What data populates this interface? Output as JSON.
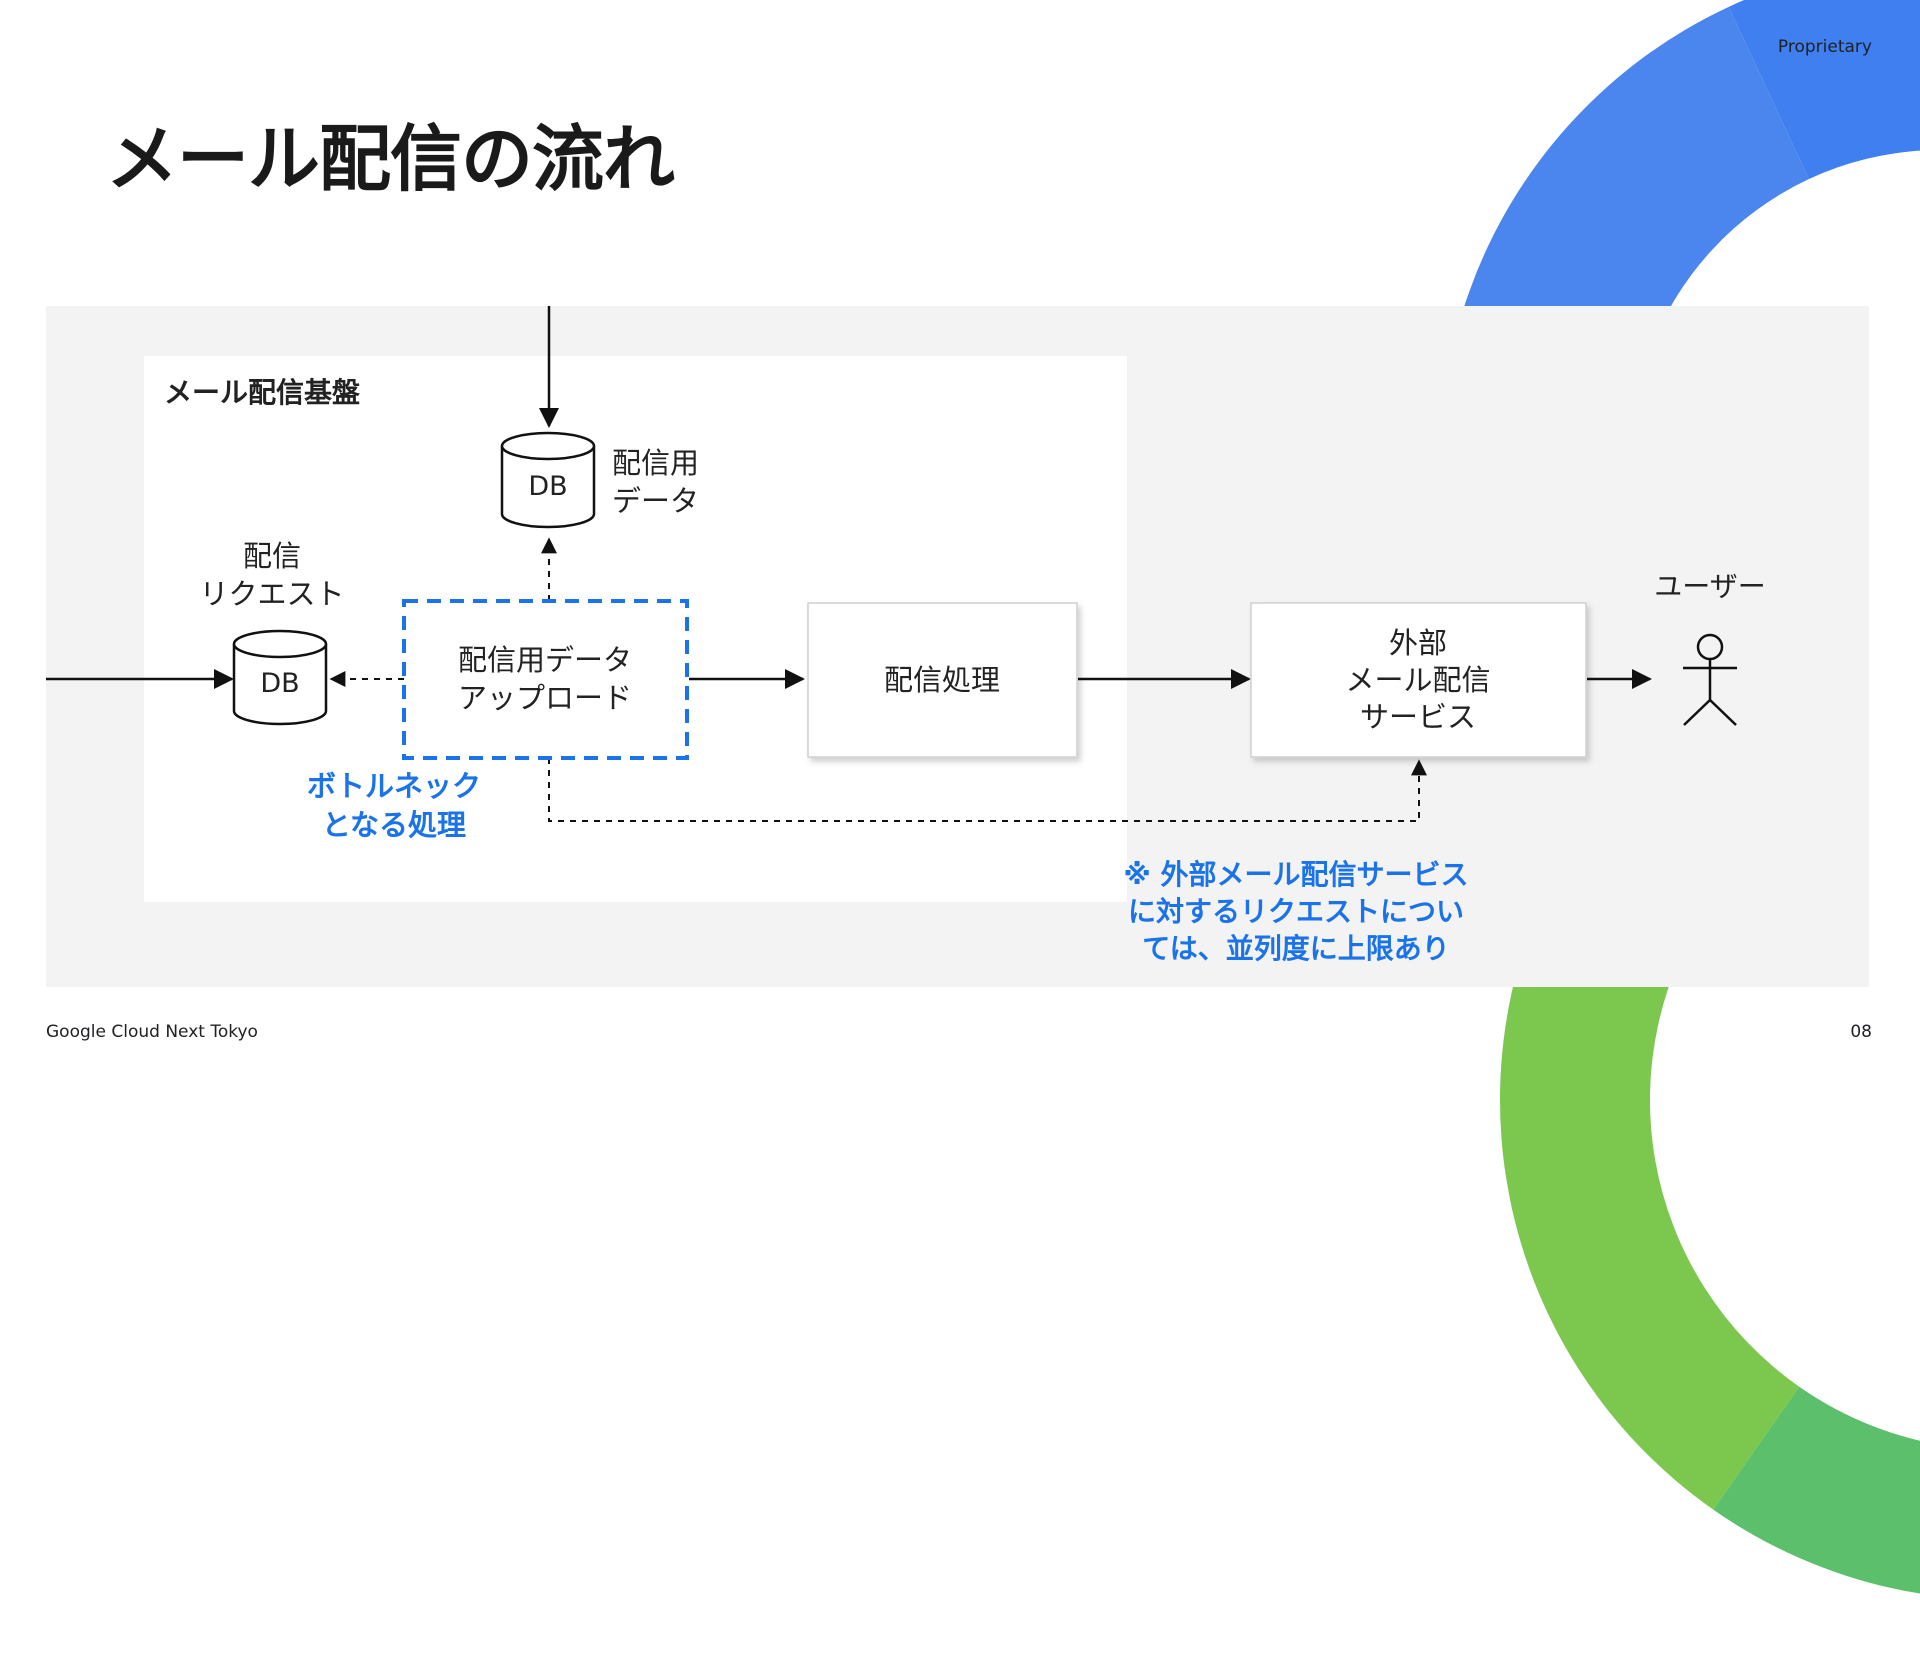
{
  "header": {
    "proprietary": "Proprietary",
    "title": "メール配信の流れ"
  },
  "footer": {
    "event": "Google Cloud Next Tokyo",
    "page_number": "08"
  },
  "diagram": {
    "platform_label": "メール配信基盤",
    "db_top": {
      "label": "DB",
      "caption_line1": "配信用",
      "caption_line2": "データ"
    },
    "db_left": {
      "label": "DB",
      "caption_line1": "配信",
      "caption_line2": "リクエスト"
    },
    "upload_box": {
      "line1": "配信用データ",
      "line2": "アップロード"
    },
    "process_box": {
      "line1": "配信処理"
    },
    "external_box": {
      "line1": "外部",
      "line2": "メール配信",
      "line3": "サービス"
    },
    "user": {
      "label": "ユーザー"
    },
    "bottleneck_note": {
      "line1": "ボトルネック",
      "line2": "となる処理"
    },
    "limit_note": {
      "line1": "※ 外部メール配信サービス",
      "line2": "に対するリクエストについ",
      "line3": "ては、並列度に上限あり"
    },
    "colors": {
      "accent": "#1a73e8",
      "panel": "#f3f3f3",
      "inner": "#ffffff"
    }
  }
}
